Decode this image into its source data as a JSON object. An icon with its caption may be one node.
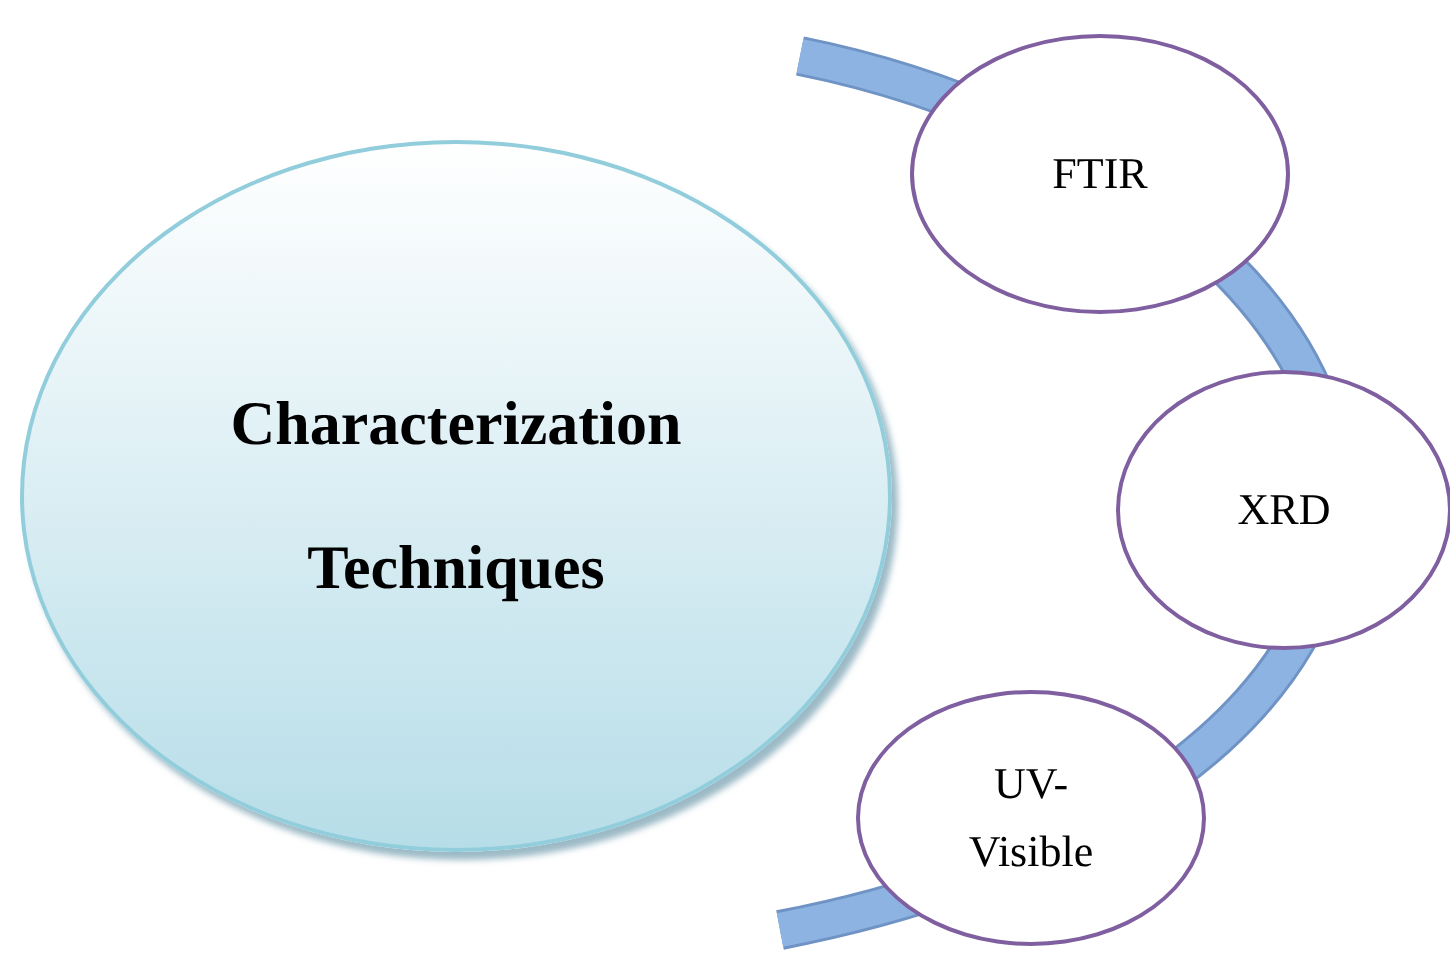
{
  "diagram": {
    "nodes": [
      {
        "text": [
          "Characterization Techniques"
        ]
      },
      {
        "text": [
          "FTIR"
        ]
      },
      {
        "text": [
          "XRD"
        ]
      },
      {
        "text": [
          "UV- Visible"
        ]
      }
    ]
  }
}
